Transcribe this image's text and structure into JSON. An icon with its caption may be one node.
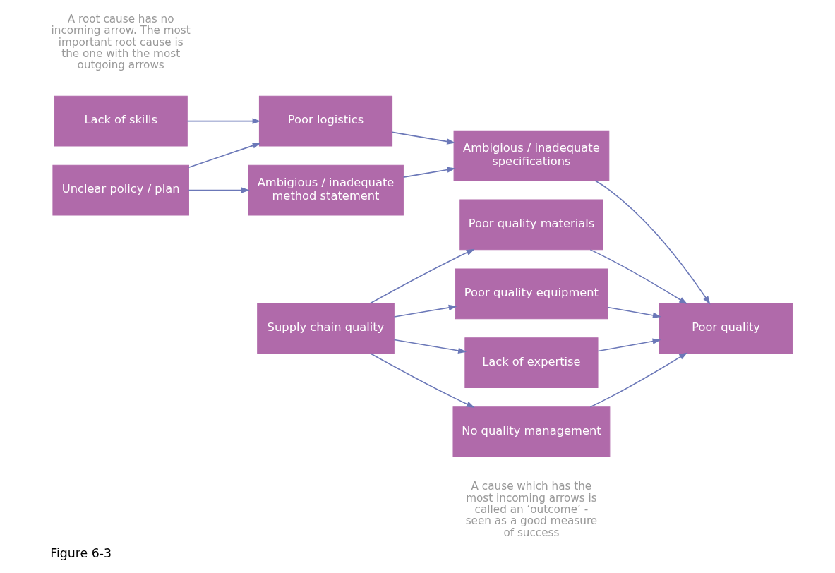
{
  "diagram": {
    "caption": "Figure 6-3",
    "nodes": [
      {
        "text": [
          "Lack of skills"
        ]
      },
      {
        "text": [
          "Unclear policy / plan"
        ]
      },
      {
        "text": [
          "Poor logistics"
        ]
      },
      {
        "text": [
          "Ambigious / inadequate specifications"
        ]
      },
      {
        "text": [
          "Ambigious / inadequate method statement"
        ]
      },
      {
        "text": [
          "Poor quality materials"
        ]
      },
      {
        "text": [
          "Poor quality equipment"
        ]
      },
      {
        "text": [
          "Supply chain quality"
        ]
      },
      {
        "text": [
          "Lack of expertise"
        ]
      },
      {
        "text": [
          "No quality management"
        ]
      },
      {
        "text": [
          "Poor quality"
        ]
      }
    ],
    "edges": [
      {
        "from": 0,
        "to": 2,
        "arrow": "to"
      },
      {
        "from": 1,
        "to": 2,
        "arrow": "to"
      },
      {
        "from": 1,
        "to": 4,
        "arrow": "to"
      },
      {
        "from": 2,
        "to": 3,
        "arrow": "to"
      },
      {
        "from": 4,
        "to": 3,
        "arrow": "to"
      },
      {
        "from": 3,
        "to": 10,
        "arrow": "to"
      },
      {
        "from": 7,
        "to": 5,
        "arrow": "to"
      },
      {
        "from": 7,
        "to": 6,
        "arrow": "to"
      },
      {
        "from": 7,
        "to": 8,
        "arrow": "to"
      },
      {
        "from": 7,
        "to": 9,
        "arrow": "to"
      },
      {
        "from": 5,
        "to": 10,
        "arrow": "to"
      },
      {
        "from": 6,
        "to": 10,
        "arrow": "to"
      },
      {
        "from": 8,
        "to": 10,
        "arrow": "to"
      },
      {
        "from": 9,
        "to": 10,
        "arrow": "to"
      }
    ],
    "labels": [
      "A root cause has no incoming arrow. The most important root cause is the one with the most outgoing arrows",
      "A cause which has the most incoming arrows is called an ‘outcome’ - seen as a good measure of success"
    ]
  }
}
